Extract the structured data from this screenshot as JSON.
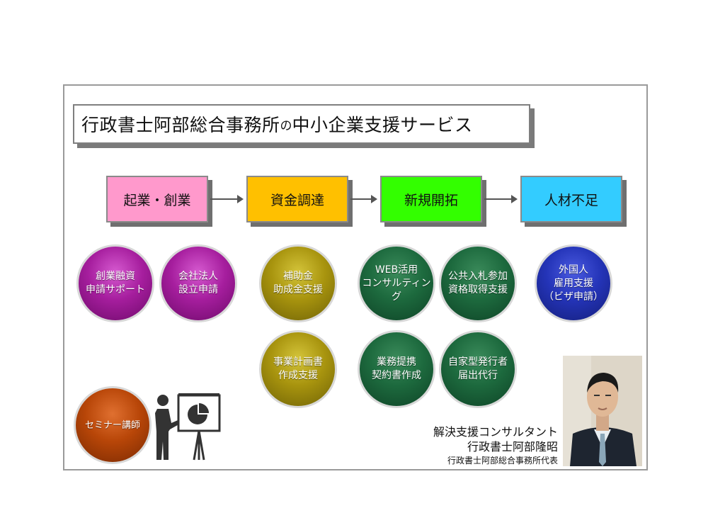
{
  "title": {
    "main": "行政書士阿部総合事務所",
    "particle": "の",
    "rest": "中小企業支援サービス"
  },
  "stages": [
    {
      "label": "起業・創業",
      "color": "#ff99cc"
    },
    {
      "label": "資金調達",
      "color": "#ffc000"
    },
    {
      "label": "新規開拓",
      "color": "#33ff00"
    },
    {
      "label": "人材不足",
      "color": "#33ccff"
    }
  ],
  "services": {
    "sougyou_yuushi": "創業融資\n申請サポート",
    "kaisha_setsuritsu": "会社法人\n設立申請",
    "hojokin": "補助金\n助成金支援",
    "jigyou_keikaku": "事業計画書\n作成支援",
    "web": "WEB活用\nコンサルティング",
    "nyusatsu": "公共入札参加\n資格取得支援",
    "teikei": "業務提携\n契約書作成",
    "jika_hakkou": "自家型発行者\n届出代行",
    "gaikokujin": "外国人\n雇用支援\n（ビザ申請）",
    "seminar": "セミナー講師"
  },
  "colors": {
    "purple": "#a61e9e",
    "gold": "#a8940e",
    "green": "#1d6a3e",
    "blue": "#2434b8",
    "orange": "#b84608"
  },
  "icons": {
    "presenter": "presenter-with-chart-icon"
  },
  "signature": {
    "role": "解決支援コンサルタント",
    "name": "行政書士阿部隆昭",
    "office": "行政書士阿部総合事務所代表"
  }
}
